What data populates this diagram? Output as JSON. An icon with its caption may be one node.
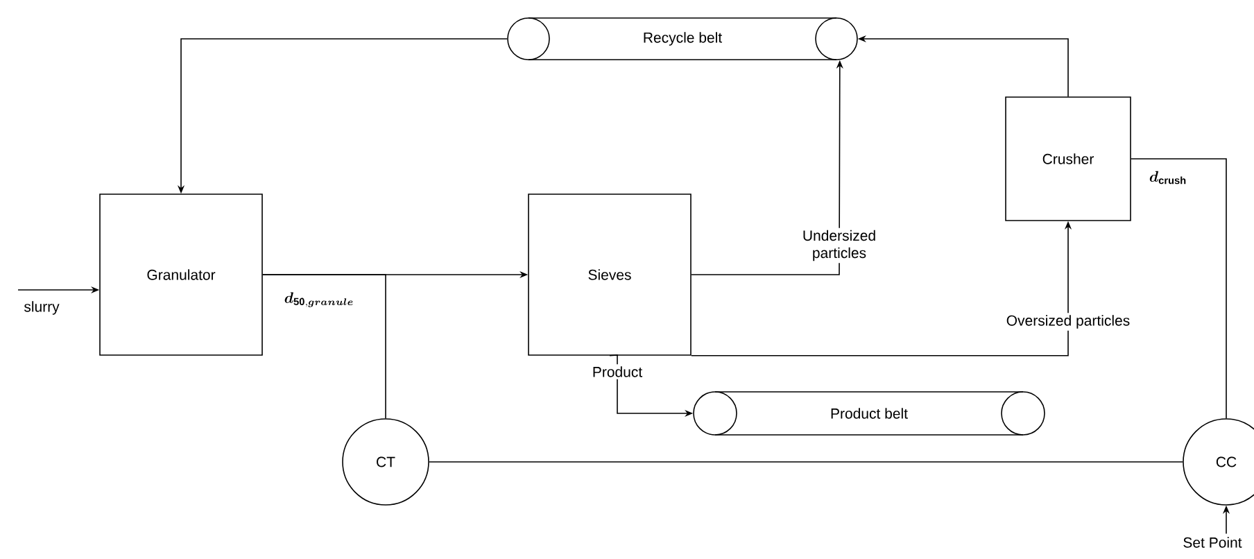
{
  "diagram": {
    "nodes": [
      {
        "text": [
          "Recycle belt"
        ]
      },
      {
        "text": [
          "Granulator"
        ]
      },
      {
        "text": [
          "Sieves"
        ]
      },
      {
        "text": [
          "Crusher"
        ]
      },
      {
        "text": [
          "Product belt"
        ]
      },
      {
        "text": [
          "CT"
        ]
      },
      {
        "text": [
          "CC"
        ]
      },
      {
        "text": [
          "Set Point"
        ]
      }
    ],
    "edges": [
      {
        "from": null,
        "to": 1,
        "arrow": "to",
        "label": "slurry"
      },
      {
        "from": 0,
        "to": 1,
        "arrow": "to"
      },
      {
        "from": 1,
        "to": 2,
        "arrow": "to",
        "label": "\\boldsymbol{d}_{\\mathbf{50},\\boldsymbol{granule}}"
      },
      {
        "from": 1,
        "to": 5,
        "arrow": "none"
      },
      {
        "from": 2,
        "to": 0,
        "arrow": "to",
        "label": "Undersized particles"
      },
      {
        "from": 2,
        "to": 3,
        "arrow": "to",
        "label": "Oversized particles"
      },
      {
        "from": 2,
        "to": 4,
        "arrow": "to",
        "label": "Product"
      },
      {
        "from": 3,
        "to": 0,
        "arrow": "to"
      },
      {
        "from": 3,
        "to": 6,
        "arrow": "none",
        "label": "\\boldsymbol{d}_{\\mathbf{crush}}"
      },
      {
        "from": 5,
        "to": 6,
        "arrow": "none"
      },
      {
        "from": 7,
        "to": 6,
        "arrow": "to"
      }
    ]
  }
}
